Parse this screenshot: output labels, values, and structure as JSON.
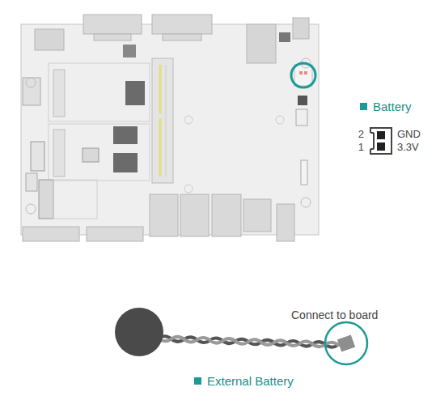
{
  "diagram": {
    "labels": [
      "Battery",
      "2",
      "GND",
      "1",
      "3.3V",
      "Connect to board",
      "External Battery"
    ]
  }
}
